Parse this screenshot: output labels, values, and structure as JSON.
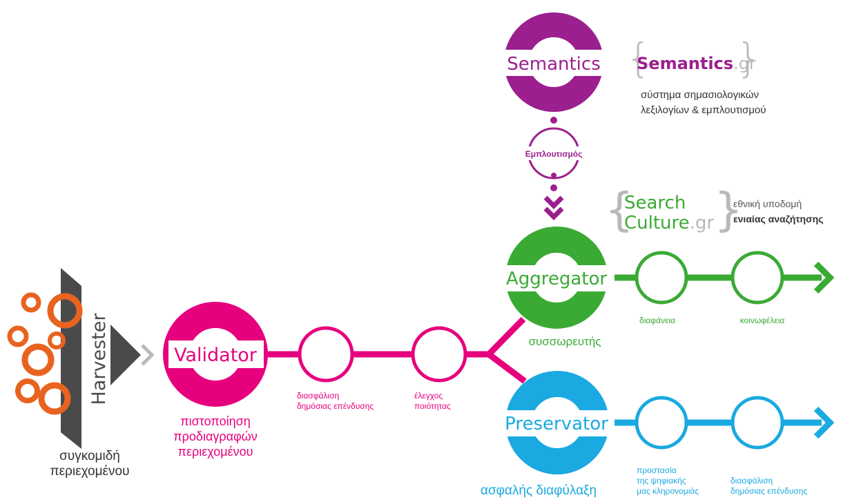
{
  "colors": {
    "magenta": "#e6007e",
    "purple": "#9b1f8e",
    "green": "#3aaa35",
    "blue": "#1aa9e1",
    "orange": "#e8631f",
    "dark": "#4a4a4a",
    "grey": "#b9b9b9",
    "text": "#333333"
  },
  "harvester": {
    "label": "Harvester",
    "caption_line1": "συγκομιδή",
    "caption_line2": "περιεχομένου"
  },
  "validator": {
    "label": "Validator",
    "caption_line1": "πιστοποίηση",
    "caption_line2": "προδιαγραφών",
    "caption_line3": "περιεχομένου",
    "node1_line1": "διασφάλιση",
    "node1_line2": "δημόσιας επένδυσης",
    "node2_line1": "έλεγχος",
    "node2_line2": "ποιότητας"
  },
  "semantics": {
    "label": "Semantics",
    "enrichment": "Εμπλουτισμός",
    "brand_main": "Semantics",
    "brand_suffix": ".gr",
    "desc_line1": "σύστημα σημασιολογικών",
    "desc_line2": "λεξιλογίων & εμπλουτισμού"
  },
  "aggregator": {
    "label": "Aggregator",
    "caption": "συσσωρευτής",
    "node1": "διαφάνεια",
    "node2": "κοινωφέλεια",
    "brand_line1": "Search",
    "brand_line2_main": "Culture",
    "brand_suffix": ".gr",
    "desc_line1": "εθνική υποδομή",
    "desc_line2": "ενιαίας αναζήτησης"
  },
  "preservator": {
    "label": "Preservator",
    "caption": "ασφαλής διαφύλαξη",
    "node1_line1": "προστασία",
    "node1_line2": "της ψηφιακής",
    "node1_line3": "μας κληρονομιάς",
    "node2_line1": "διασφάλιση",
    "node2_line2": "δημόσιας επένδυσης"
  }
}
